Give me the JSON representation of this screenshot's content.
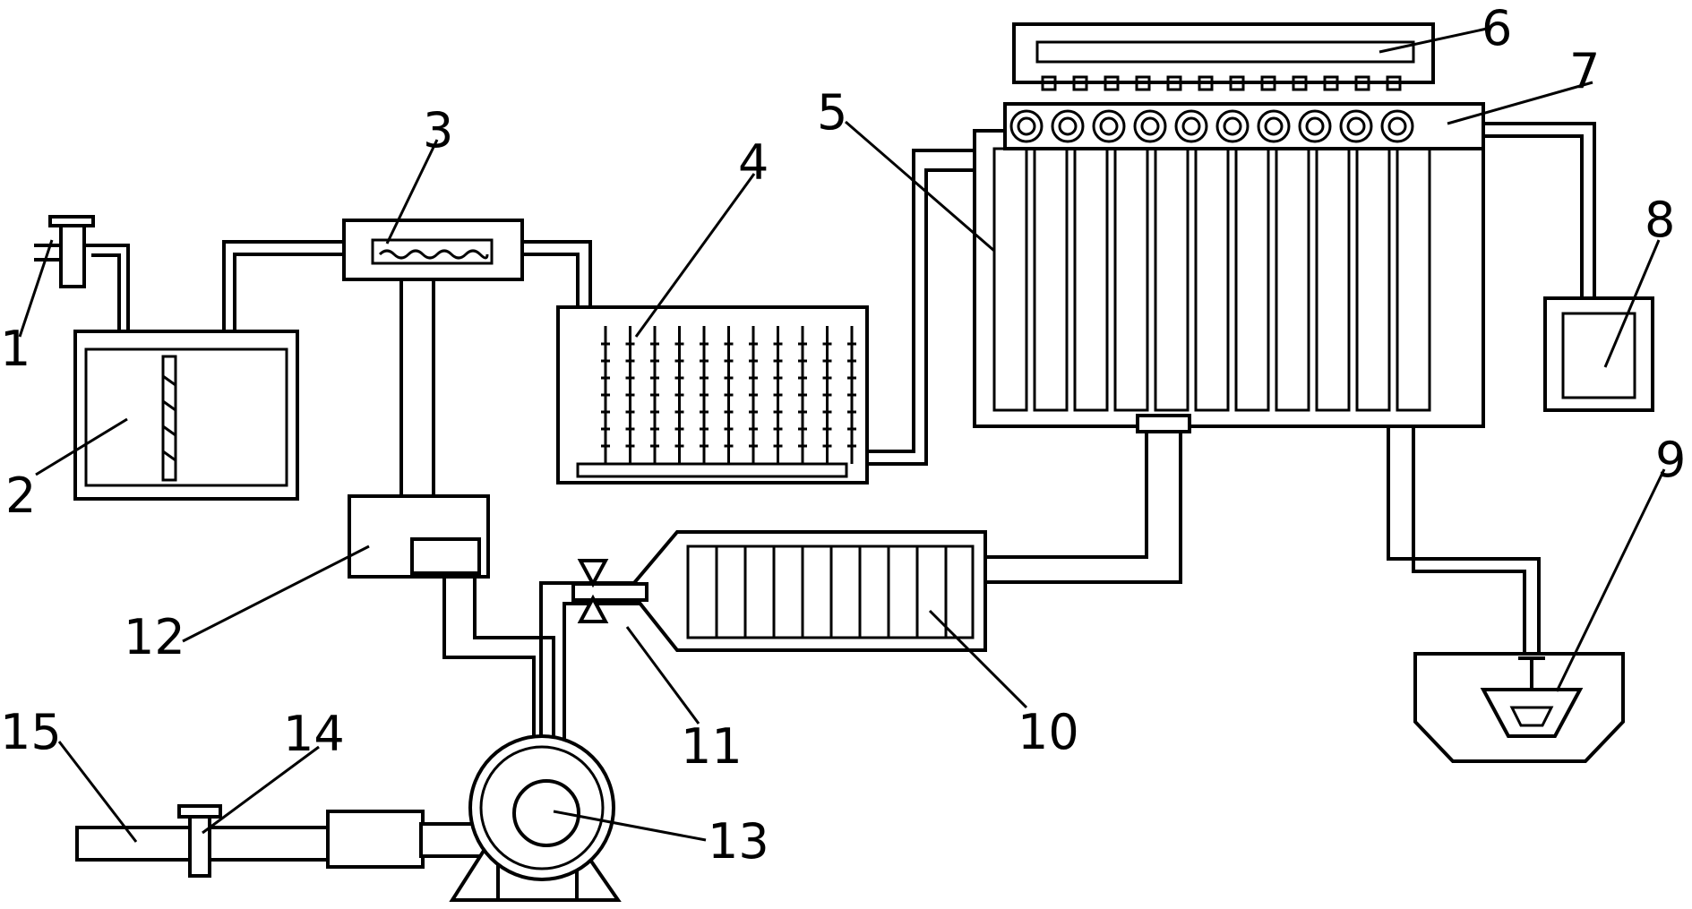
{
  "labels": {
    "l1": "1",
    "l2": "2",
    "l3": "3",
    "l4": "4",
    "l5": "5",
    "l6": "6",
    "l7": "7",
    "l8": "8",
    "l9": "9",
    "l10": "10",
    "l11": "11",
    "l12": "12",
    "l13": "13",
    "l14": "14",
    "l15": "15"
  },
  "colors": {
    "stroke": "#000000",
    "background": "#ffffff"
  }
}
